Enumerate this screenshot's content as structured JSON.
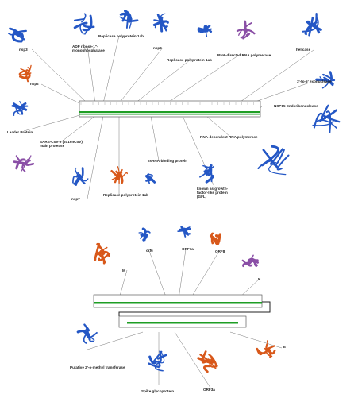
{
  "top_panel": {
    "labels": {
      "nsp3_a": "nsp3",
      "adp_ribose": "ADP ribose-1''-monophosphatase",
      "replicase_1": "Replicase polyprotein 1ab",
      "nsp3_b": "nsp3",
      "replicase_2": "Replicase polyprotein 1ab",
      "rna_directed": "RNA-directed RNA polymerase",
      "helicase": "helicase",
      "nsp2": "nsp2",
      "exonuclease": "3'-to-5' exonuclease",
      "nsp15": "NSP15 Endoribonuclease",
      "leader": "Leader Protein",
      "main_protease": "SARS-CoV-2 (2019nCoV) main protease",
      "rdrp": "RNA-dependent RNA polymerase",
      "ssrna": "ssRNA-binding protein",
      "gfl": "known as growth-factor-like protein (GFL)",
      "nsp7": "nsp7",
      "replicase_3": "Replicase polyprotein 1ab"
    }
  },
  "bottom_panel": {
    "labels": {
      "orf6": "orf6",
      "orf7a": "ORF7a",
      "orf8": "ORF8",
      "m": "M",
      "n": "N",
      "e": "E",
      "methyl": "Putative 2'-o-methyl transferase",
      "spike": "Spike glycoprotein",
      "orf3a": "ORF3a"
    }
  },
  "colors": {
    "structure_blue": "#2457c5",
    "structure_orange": "#d8581a",
    "structure_purple": "#8a4fa6",
    "track_green": "#1e9e24",
    "track_outline": "#444444"
  },
  "icons": {
    "protein_structure": "ribbon-structure-icon"
  }
}
